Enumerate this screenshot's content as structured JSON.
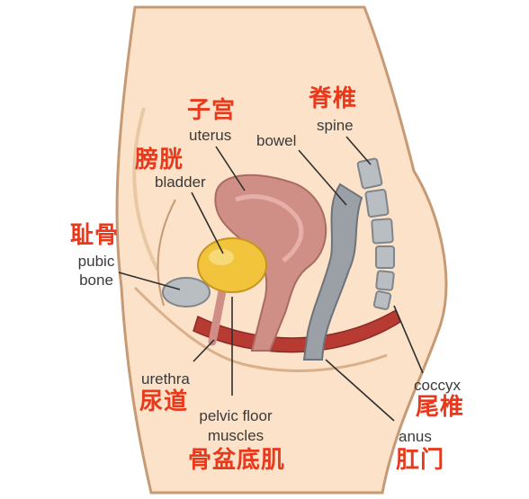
{
  "labels": {
    "uterus": {
      "zh": "子宫",
      "en": "uterus"
    },
    "spine": {
      "zh": "脊椎",
      "en": "spine"
    },
    "bowel": {
      "en": "bowel"
    },
    "bladder": {
      "zh": "膀胱",
      "en": "bladder"
    },
    "pubic": {
      "zh": "耻骨",
      "en1": "pubic",
      "en2": "bone"
    },
    "urethra": {
      "en": "urethra",
      "zh": "尿道"
    },
    "pelvic": {
      "en1": "pelvic floor",
      "en2": "muscles",
      "zh": "骨盆底肌"
    },
    "coccyx": {
      "en": "coccyx",
      "zh": "尾椎"
    },
    "anus": {
      "en": "anus",
      "zh": "肛门"
    }
  },
  "colors": {
    "body_fill": "#fbe2c8",
    "body_outline": "#c69a74",
    "uterus": "#cf8f86",
    "bladder": "#f2c43c",
    "bone": "#b9bec3",
    "muscle": "#b73a33",
    "label_zh": "#e8391d",
    "label_en": "#3a3a3a"
  }
}
